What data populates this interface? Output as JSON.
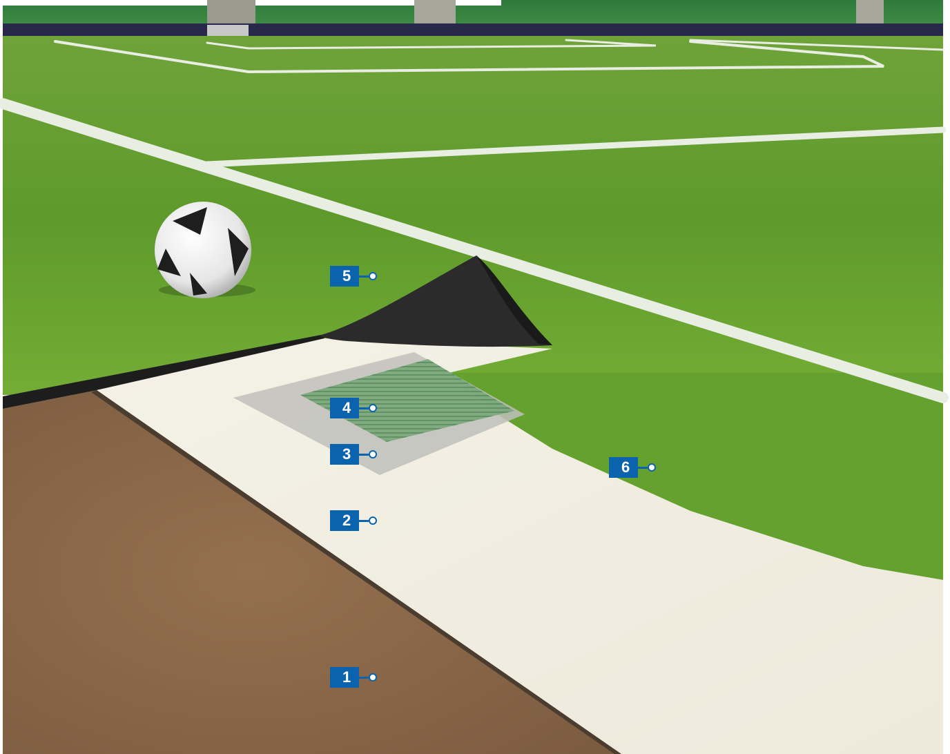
{
  "callouts": [
    {
      "id": "1",
      "label": "1"
    },
    {
      "id": "2",
      "label": "2"
    },
    {
      "id": "3",
      "label": "3"
    },
    {
      "id": "4",
      "label": "4"
    },
    {
      "id": "5",
      "label": "5"
    },
    {
      "id": "6",
      "label": "6"
    }
  ],
  "colors": {
    "callout_blue": "#0b63ad",
    "turf_green": "#5c9b2a",
    "soil_brown": "#8a6647",
    "screed_cream": "#f2efe4"
  }
}
